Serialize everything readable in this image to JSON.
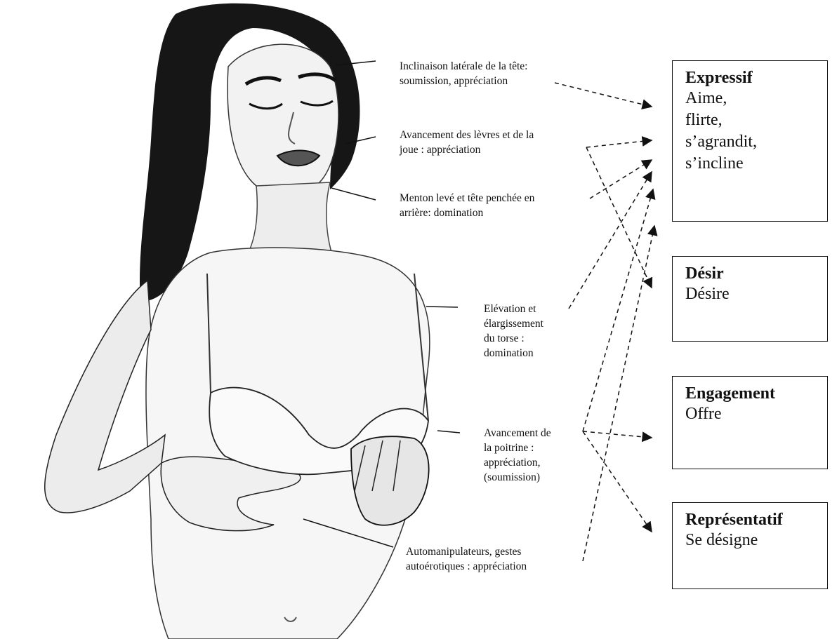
{
  "annotations": [
    {
      "id": "head-tilt",
      "lines": [
        "Inclinaison latérale de la tête:",
        "soumission, appréciation"
      ]
    },
    {
      "id": "lips",
      "lines": [
        "Avancement des lèvres et de la",
        "joue : appréciation"
      ]
    },
    {
      "id": "chin",
      "lines": [
        "Menton levé et tête penchée en",
        "arrière: domination"
      ]
    },
    {
      "id": "torso",
      "lines": [
        "Elévation et",
        "élargissement",
        "du torse :",
        "domination"
      ]
    },
    {
      "id": "chest",
      "lines": [
        "Avancement de",
        "la poitrine :",
        "appréciation,",
        "(soumission)"
      ]
    },
    {
      "id": "self",
      "lines": [
        "Automanipulateurs, gestes",
        "autoérotiques : appréciation"
      ]
    }
  ],
  "categories": [
    {
      "id": "expressif",
      "title": "Expressif",
      "items": [
        "Aime,",
        "flirte,",
        "s’agrandit,",
        "s’incline"
      ]
    },
    {
      "id": "desir",
      "title": "Désir",
      "items": [
        "Désire"
      ]
    },
    {
      "id": "engagement",
      "title": "Engagement",
      "items": [
        "Offre"
      ]
    },
    {
      "id": "representatif",
      "title": "Représentatif",
      "items": [
        "Se désigne"
      ]
    }
  ],
  "colors": {
    "ink": "#111111",
    "skin": "#f4f4f4",
    "hair": "#161616",
    "background": "#ffffff"
  }
}
